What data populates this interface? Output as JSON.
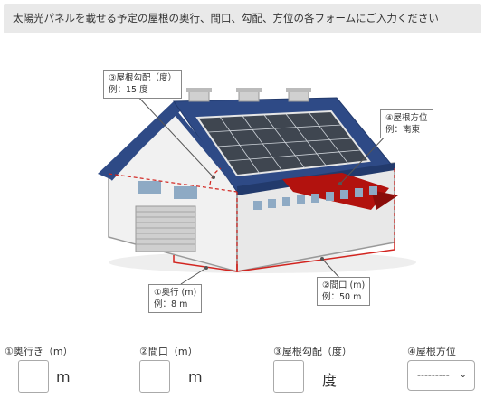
{
  "banner": {
    "text": "太陽光パネルを載せる予定の屋根の奥行、間口、勾配、方位の各フォームにご入力ください"
  },
  "callouts": {
    "pitch": {
      "line1": "③屋根勾配（度）",
      "line2": "例：15 度"
    },
    "direction": {
      "line1": "④屋根方位",
      "line2": "例：南東"
    },
    "depth": {
      "line1": "①奥行 (m)",
      "line2": "例：8 m"
    },
    "width": {
      "line1": "②間口 (m)",
      "line2": "例：50 m"
    }
  },
  "form": {
    "depth": {
      "label": "①奥行き（m）",
      "value": "",
      "unit": "m"
    },
    "width": {
      "label": "②間口（m）",
      "value": "",
      "unit": "m"
    },
    "pitch": {
      "label": "③屋根勾配（度）",
      "value": "",
      "unit": "度"
    },
    "direction": {
      "label": "④屋根方位",
      "selected": "---------"
    }
  },
  "colors": {
    "roof": "#2e4a86",
    "panel": "#3f4650",
    "wall": "#f0f0f0",
    "accent_red": "#b2120e",
    "window": "#8eaac4"
  }
}
